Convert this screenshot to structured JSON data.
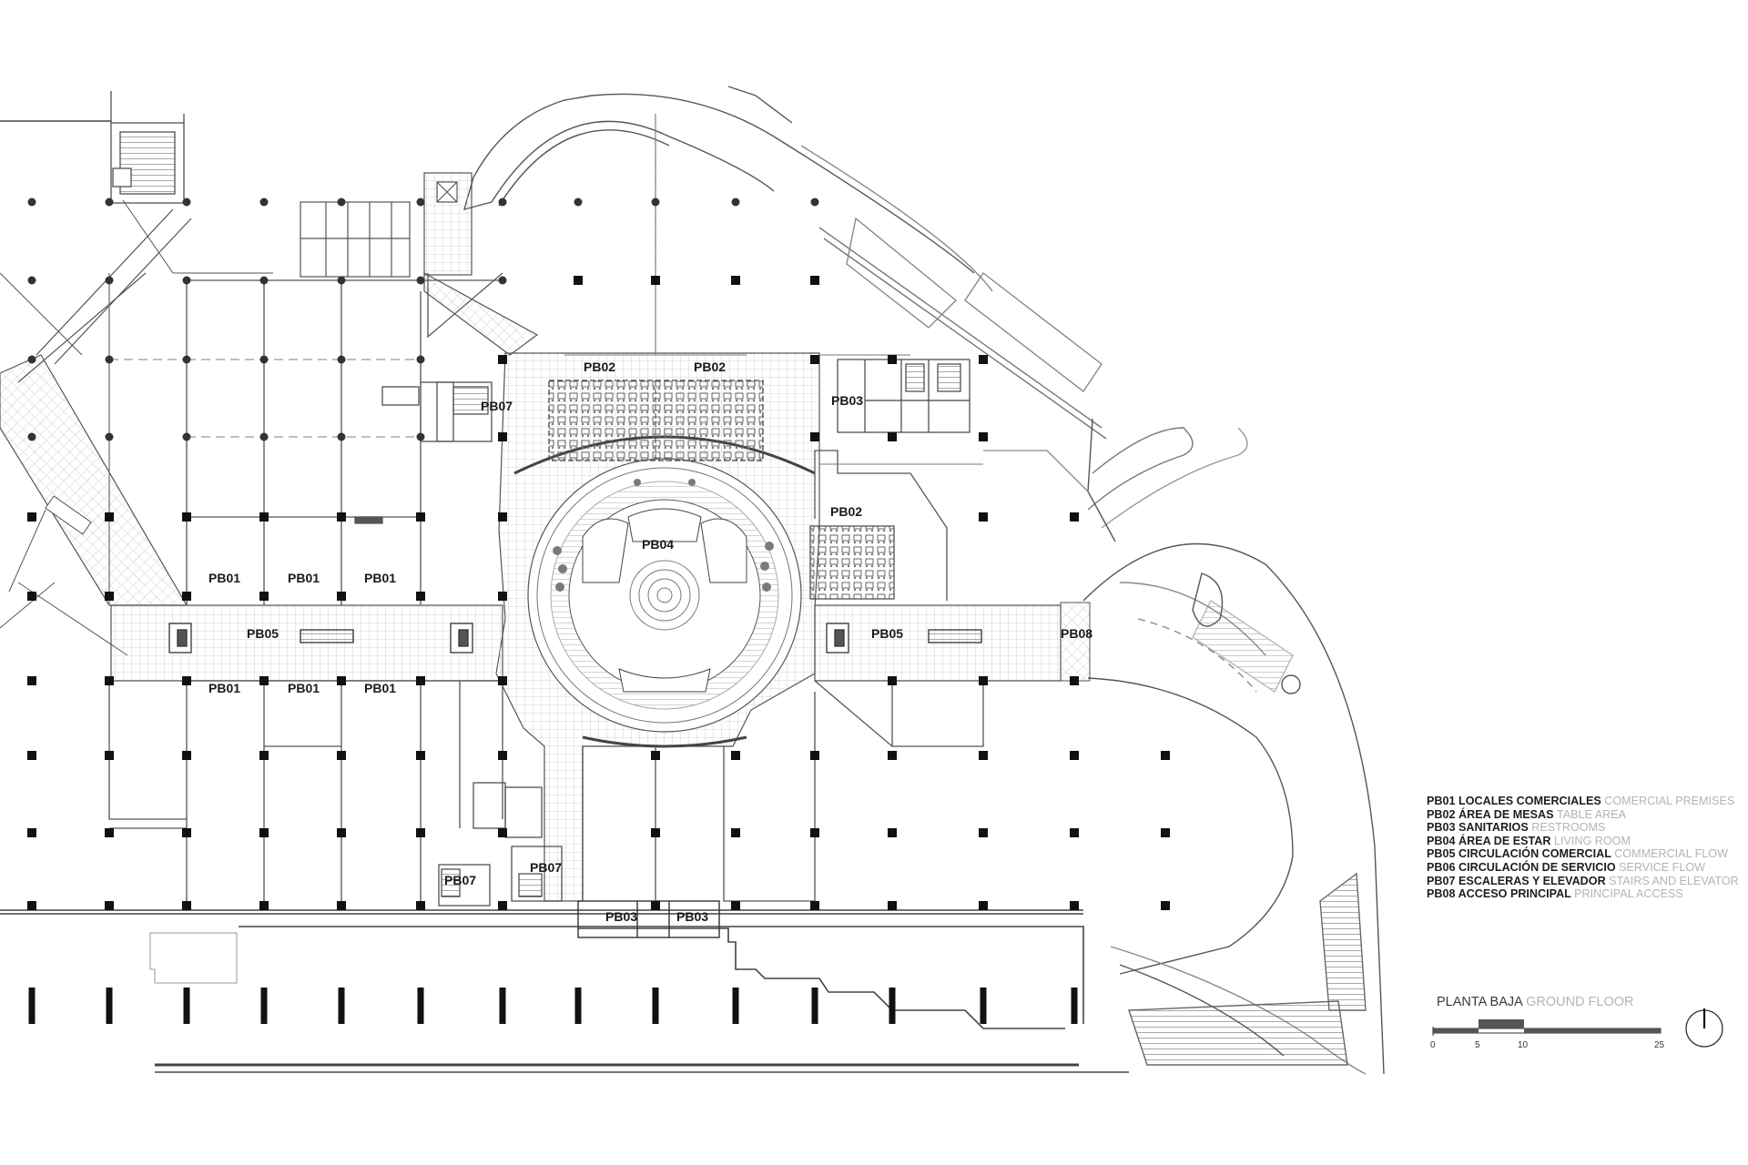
{
  "rooms": {
    "pb01": "PB01",
    "pb02": "PB02",
    "pb03": "PB03",
    "pb04": "PB04",
    "pb05": "PB05",
    "pb07": "PB07",
    "pb08": "PB08"
  },
  "legend": [
    {
      "code": "PB01",
      "es": "LOCALES COMERCIALES",
      "en": "COMERCIAL PREMISES"
    },
    {
      "code": "PB02",
      "es": "ÁREA DE MESAS",
      "en": "TABLE AREA"
    },
    {
      "code": "PB03",
      "es": "SANITARIOS",
      "en": "RESTROOMS"
    },
    {
      "code": "PB04",
      "es": "ÁREA DE ESTAR",
      "en": "LIVING ROOM"
    },
    {
      "code": "PB05",
      "es": "CIRCULACIÓN COMERCIAL",
      "en": "COMMERCIAL FLOW"
    },
    {
      "code": "PB06",
      "es": "CIRCULACIÓN DE SERVICIO",
      "en": "SERVICE FLOW"
    },
    {
      "code": "PB07",
      "es": "ESCALERAS Y ELEVADOR",
      "en": "STAIRS AND ELEVATOR"
    },
    {
      "code": "PB08",
      "es": "ACCESO PRINCIPAL",
      "en": "PRINCIPAL ACCESS"
    }
  ],
  "title": {
    "es": "PLANTA BAJA",
    "en": "GROUND FLOOR"
  },
  "scale": {
    "labels": [
      "0",
      "5",
      "10",
      "25"
    ]
  }
}
